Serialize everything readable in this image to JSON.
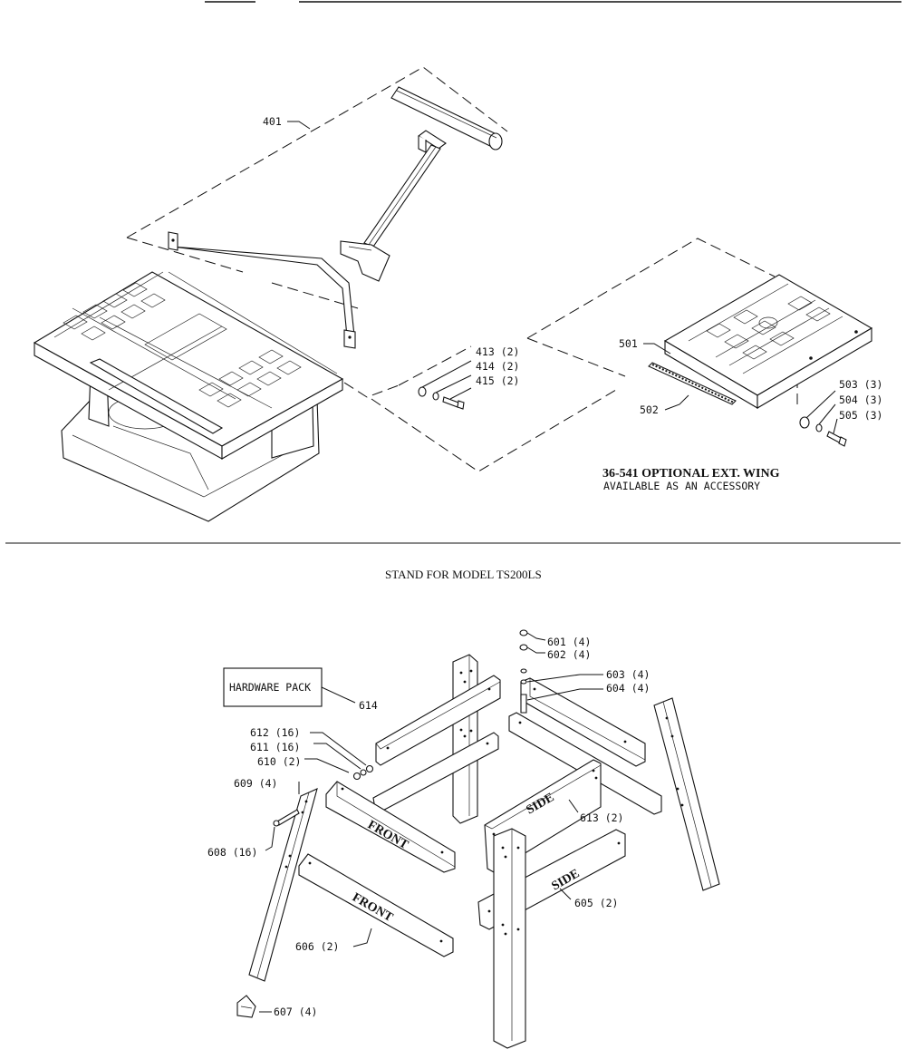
{
  "top_section": {
    "callouts": {
      "c401": "401",
      "c413": "413 (2)",
      "c414": "414 (2)",
      "c415": "415 (2)",
      "c501": "501",
      "c502": "502",
      "c503": "503 (3)",
      "c504": "504 (3)",
      "c505": "505 (3)"
    },
    "accessory_title": "36-541 OPTIONAL EXT. WING",
    "accessory_note": "AVAILABLE AS AN ACCESSORY"
  },
  "stand_section": {
    "title": "STAND FOR MODEL TS200LS",
    "hardware_box": "HARDWARE PACK",
    "callouts": {
      "c601": "601 (4)",
      "c602": "602 (4)",
      "c603": "603 (4)",
      "c604": "604 (4)",
      "c605": "605 (2)",
      "c606": "606 (2)",
      "c607": "607 (4)",
      "c608": "608 (16)",
      "c609": "609 (4)",
      "c610": "610 (2)",
      "c611": "611 (16)",
      "c612": "612 (16)",
      "c613": "613 (2)",
      "c614": "614"
    },
    "panel_labels": {
      "front_upper": "FRONT",
      "front_lower": "FRONT",
      "side_upper": "SIDE",
      "side_lower": "SIDE"
    }
  }
}
